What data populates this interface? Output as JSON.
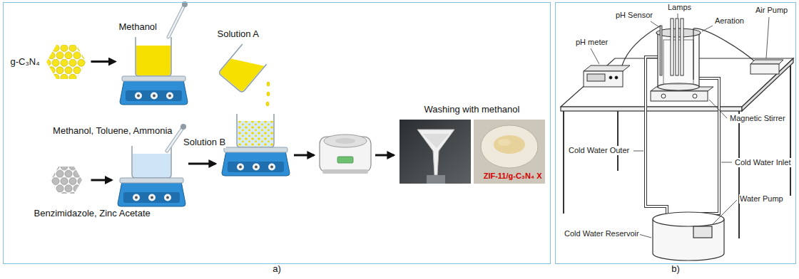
{
  "diagram": {
    "nodes": [
      {
        "text": [
          "a)"
        ]
      },
      {
        "text": [
          "g-C₃N₄"
        ],
        "in": 0
      },
      {
        "text": [
          "Methanol"
        ],
        "in": 0
      },
      {
        "text": [
          "Solution A"
        ],
        "in": 0
      },
      {
        "text": [
          "Methanol, Toluene, Ammonia"
        ],
        "in": 0
      },
      {
        "text": [
          "Benzimidazole, Zinc Acetate"
        ],
        "in": 0
      },
      {
        "text": [
          "Washing with methanol",
          "ZIF-11/g-C₃N₄ X"
        ],
        "in": 0
      },
      {
        "text": [
          "b)"
        ]
      }
    ],
    "edges": [
      {
        "from": 1,
        "to": 2,
        "arrow": "to"
      },
      {
        "from": 5,
        "to": 4,
        "arrow": "to"
      }
    ],
    "labels": [
      "Solution B",
      "Lamps",
      "Air Pump",
      "pH Sensor",
      "Aeration",
      "pH meter",
      "Magnetic Stirrer",
      "Cold Water Outer",
      "Cold Water Inlet",
      "Water Pump",
      "Cold Water Reservoir"
    ]
  }
}
